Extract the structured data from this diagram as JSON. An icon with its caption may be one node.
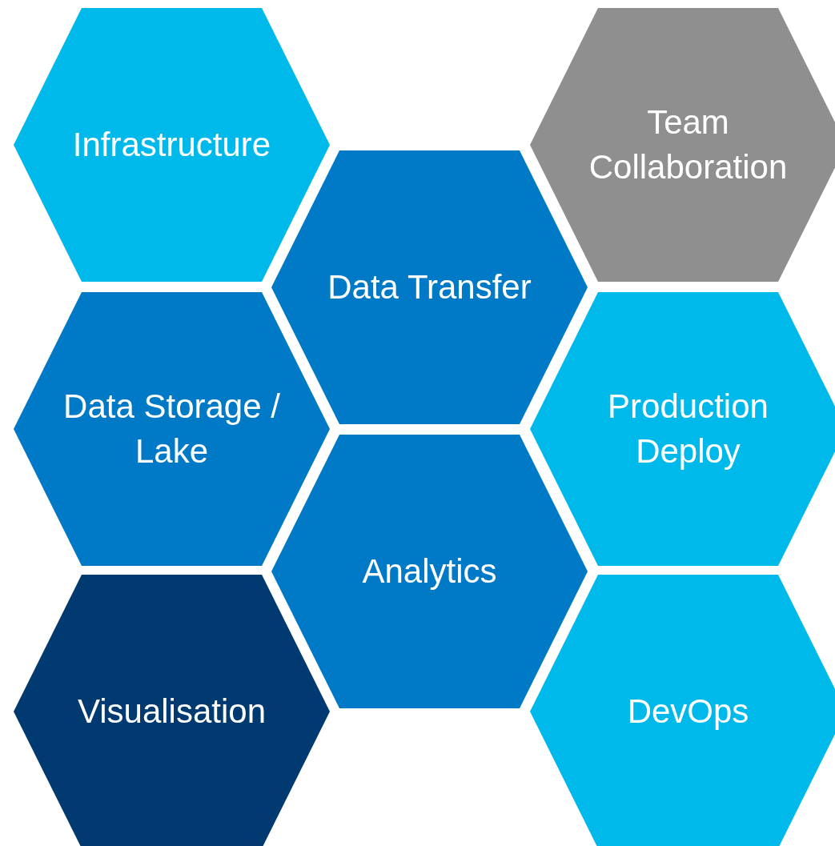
{
  "diagram": {
    "nodes": [
      {
        "text": [
          "Infrastructure"
        ]
      },
      {
        "text": [
          "Team Collaboration"
        ]
      },
      {
        "text": [
          "Data Transfer"
        ]
      },
      {
        "text": [
          "Data Storage / Lake"
        ]
      },
      {
        "text": [
          "Production Deploy"
        ]
      },
      {
        "text": [
          "Analytics"
        ]
      },
      {
        "text": [
          "Visualisation"
        ]
      },
      {
        "text": [
          "DevOps"
        ]
      }
    ]
  }
}
